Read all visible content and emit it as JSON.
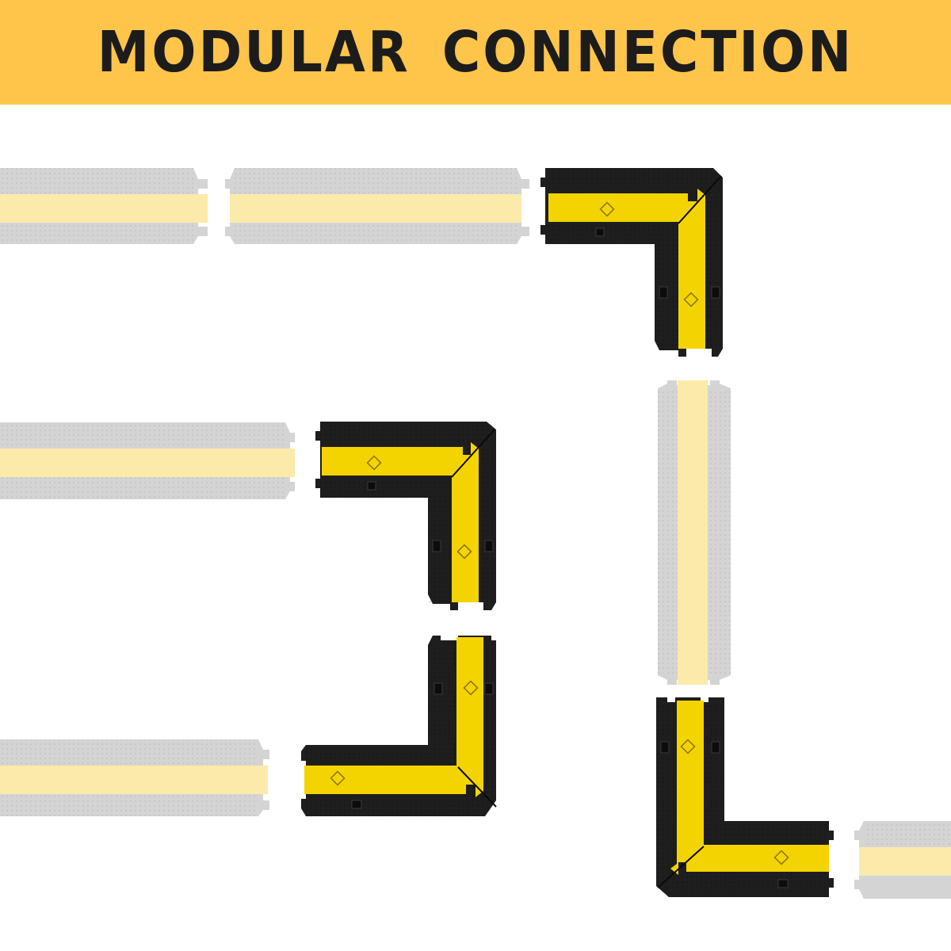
{
  "banner": {
    "title": "MODULAR CONNECTION"
  },
  "colors": {
    "banner_background": "#FFC54A",
    "cable_protector_black": "#1e1e1e",
    "cable_protector_yellow": "#f4d400",
    "faded_protector_gray": "#d4d4d4",
    "faded_protector_yellow": "#fbeaa9",
    "page_background": "#ffffff"
  },
  "illustration": {
    "subject": "cable-protector-modules",
    "elbow_pieces_shown": 4,
    "straight_pieces_shown": 6
  }
}
